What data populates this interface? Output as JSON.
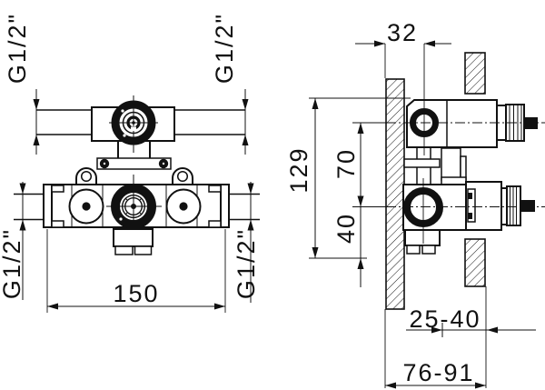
{
  "front_view": {
    "inlet_top_left_label": "G1/2\"",
    "inlet_top_right_label": "G1/2\"",
    "inlet_bottom_left_label": "G1/2\"",
    "inlet_bottom_right_label": "G1/2\"",
    "width_dimension": "150"
  },
  "side_view": {
    "top_offset_dimension": "32",
    "overall_height_dimension": "129",
    "port_spacing_dimension": "70",
    "outlet_offset_dimension": "40",
    "installation_depth_range": "25-40",
    "overall_depth_range": "76-91"
  },
  "colors": {
    "line": "#111111",
    "background": "#ffffff"
  }
}
